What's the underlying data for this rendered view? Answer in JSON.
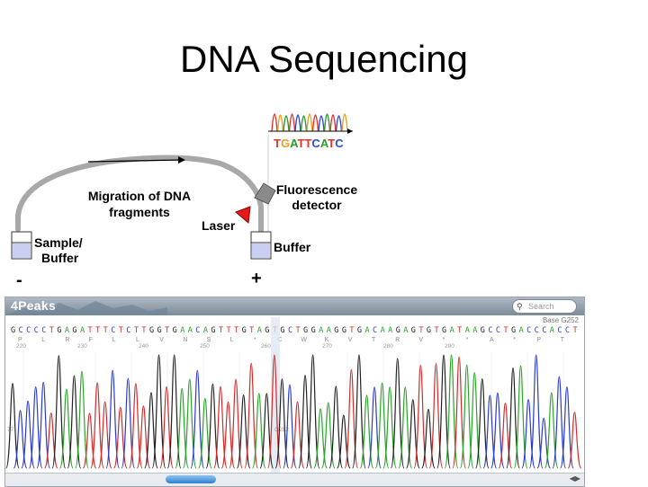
{
  "slide": {
    "title": "DNA Sequencing"
  },
  "diagram": {
    "sequence_letters": [
      {
        "c": "T",
        "color": "#e8322a"
      },
      {
        "c": "G",
        "color": "#e8a020"
      },
      {
        "c": "A",
        "color": "#2a9a2a"
      },
      {
        "c": "T",
        "color": "#e8322a"
      },
      {
        "c": "T",
        "color": "#e8322a"
      },
      {
        "c": "C",
        "color": "#2a4ad8"
      },
      {
        "c": "A",
        "color": "#2a9a2a"
      },
      {
        "c": "T",
        "color": "#e8322a"
      },
      {
        "c": "C",
        "color": "#2a4ad8"
      }
    ],
    "migration_label_line1": "Migration of DNA",
    "migration_label_line2": "fragments",
    "fluorescence_line1": "Fluorescence",
    "fluorescence_line2": "detector",
    "laser_label": "Laser",
    "sample_line1": "Sample/",
    "sample_line2": "Buffer",
    "buffer_label": "Buffer",
    "minus": "-",
    "plus": "+",
    "colors": {
      "capillary": "#a8a8a8",
      "laser": "#e81818",
      "detector": "#8a8a8a",
      "buffer_fill": "#c8cff0"
    }
  },
  "peaks_app": {
    "app_name": "4Peaks",
    "search_placeholder": "Search",
    "base_readout": "Base G252",
    "sequence_row": "GCCCCTGAGATTTCTCTTGGTGAACAGTTTGTAGTGCTGGAAGGTGACAAGAGTGTGATAAGCCTGACCCACCT",
    "translation_row": "P L R F L L V N S L * C W K V T R V * * A * P T",
    "positions": [
      "220",
      "230",
      "240",
      "250",
      "260",
      "270",
      "280",
      "290"
    ],
    "cursor_label": "G252",
    "left_index": "77",
    "base_colors": {
      "A": "#27a627",
      "C": "#2a3ad0",
      "G": "#222222",
      "T": "#d42a2a"
    }
  }
}
